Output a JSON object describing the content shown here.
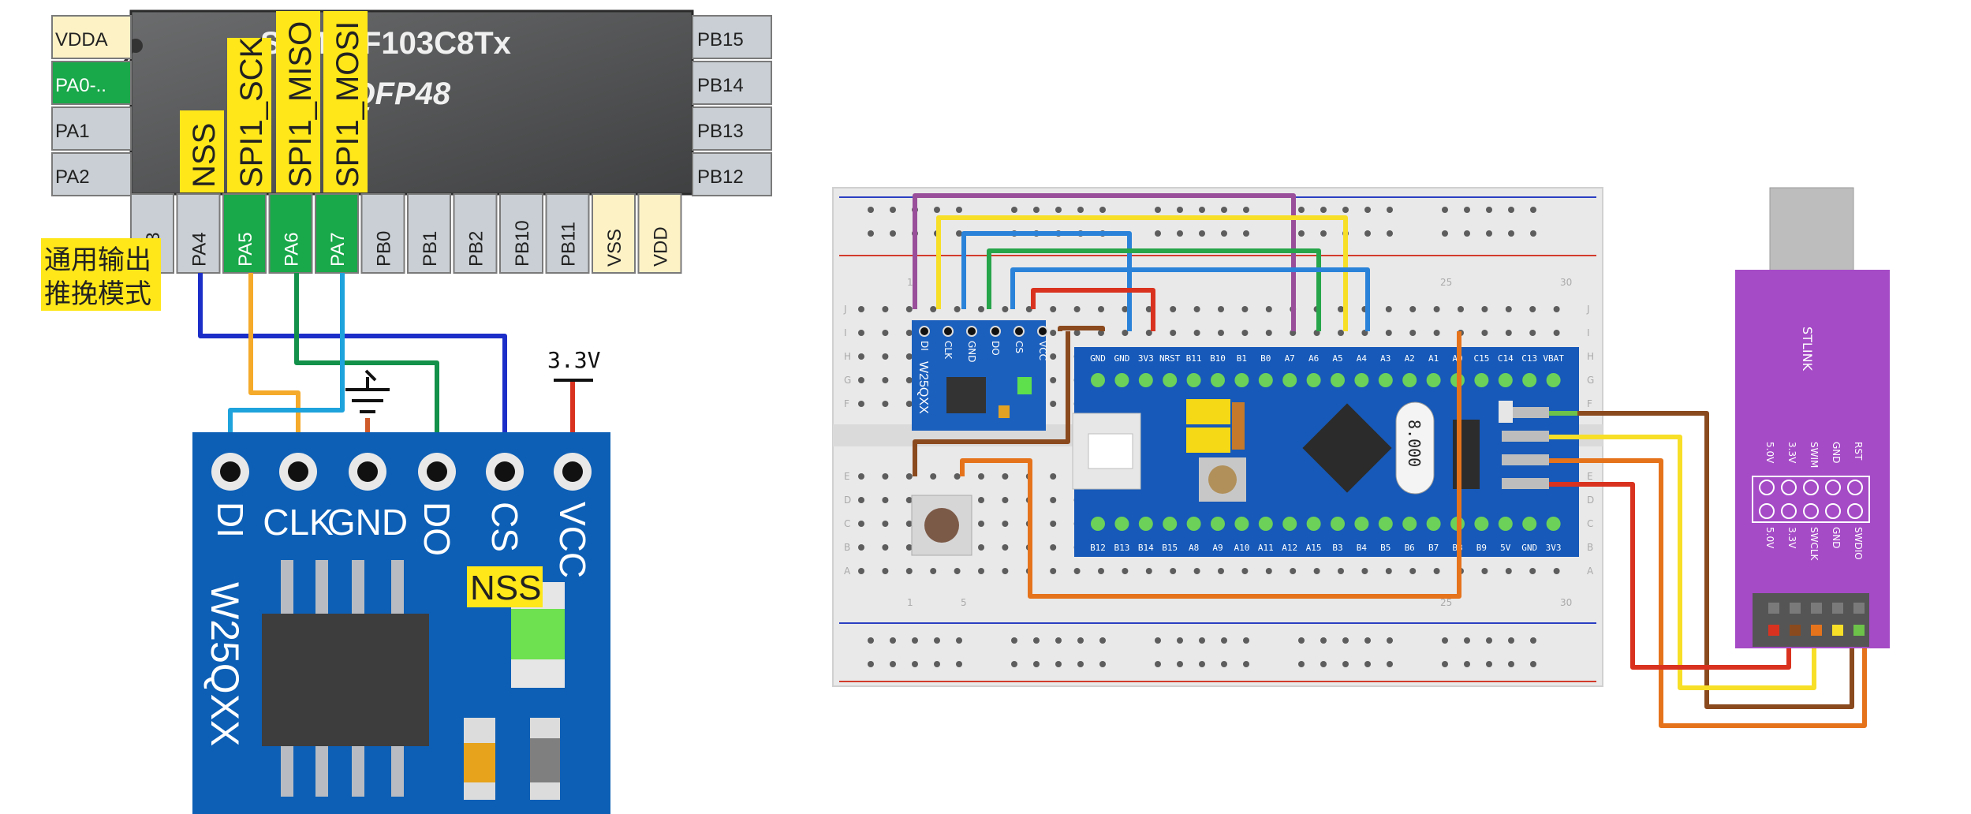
{
  "chip": {
    "title": "STM32F103C8Tx",
    "package": "LQFP48",
    "left_pins": [
      "VDDA",
      "PA0-..",
      "PA1",
      "PA2"
    ],
    "right_pins": [
      "PB15",
      "PB14",
      "PB13",
      "PB12"
    ],
    "bottom_pins": [
      "PA3",
      "PA4",
      "PA5",
      "PA6",
      "PA7",
      "PB0",
      "PB1",
      "PB2",
      "PB10",
      "PB11",
      "VSS",
      "VDD"
    ],
    "spi_labels": [
      "NSS",
      "SPI1_SCK",
      "SPI1_MISO",
      "SPI1_MOSI"
    ],
    "gpio_note_line1": "通用输出",
    "gpio_note_line2": "推挽模式"
  },
  "module": {
    "name": "W25QXX",
    "pins": [
      "DI",
      "CLK",
      "GND",
      "DO",
      "CS",
      "VCC"
    ],
    "supply_label": "3.3V",
    "cs_note": "NSS"
  },
  "breadboard": {
    "row_letters": [
      "J",
      "I",
      "H",
      "G",
      "F",
      "E",
      "D",
      "C",
      "B",
      "A"
    ],
    "column_marks": [
      "1",
      "5",
      "25",
      "30"
    ],
    "module_pins": [
      "DI",
      "CLK",
      "GND",
      "DO",
      "CS",
      "VCC"
    ],
    "module_name": "W25QXX",
    "board_top_pins": [
      "GND",
      "GND",
      "3V3",
      "NRST",
      "B11",
      "B10",
      "B1",
      "B0",
      "A7",
      "A6",
      "A5",
      "A4",
      "A3",
      "A2",
      "A1",
      "A0",
      "C15",
      "C14",
      "C13",
      "VBAT"
    ],
    "board_bottom_pins": [
      "B12",
      "B13",
      "B14",
      "B15",
      "A8",
      "A9",
      "A10",
      "A11",
      "A12",
      "A15",
      "B3",
      "B4",
      "B5",
      "B6",
      "B7",
      "B8",
      "B9",
      "5V",
      "GND",
      "3V3"
    ],
    "crystal_text": "8.000"
  },
  "stlink": {
    "name": "STLINK",
    "pin_labels_a": [
      "RST",
      "GND",
      "SWIM",
      "3.3V",
      "5.0V"
    ],
    "pin_labels_b": [
      "SWDIO",
      "GND",
      "SWCLK",
      "3.3V",
      "5.0V"
    ]
  },
  "colors": {
    "chip_body": "#4e4f50",
    "pin_green": "#19a84a",
    "pin_grey": "#c9cfd4",
    "pin_cream": "#fdf2c6",
    "highlight_yellow": "#ffe71a",
    "module_blue": "#0d5fb5",
    "board_blue": "#1659b8",
    "stlink_purple": "#a54bc6",
    "wire_blue": "#1c2ec8",
    "wire_orange": "#f5aa2a",
    "wire_green": "#13914a",
    "wire_cyan": "#1ea3dd",
    "wire_red": "#d9331f"
  }
}
